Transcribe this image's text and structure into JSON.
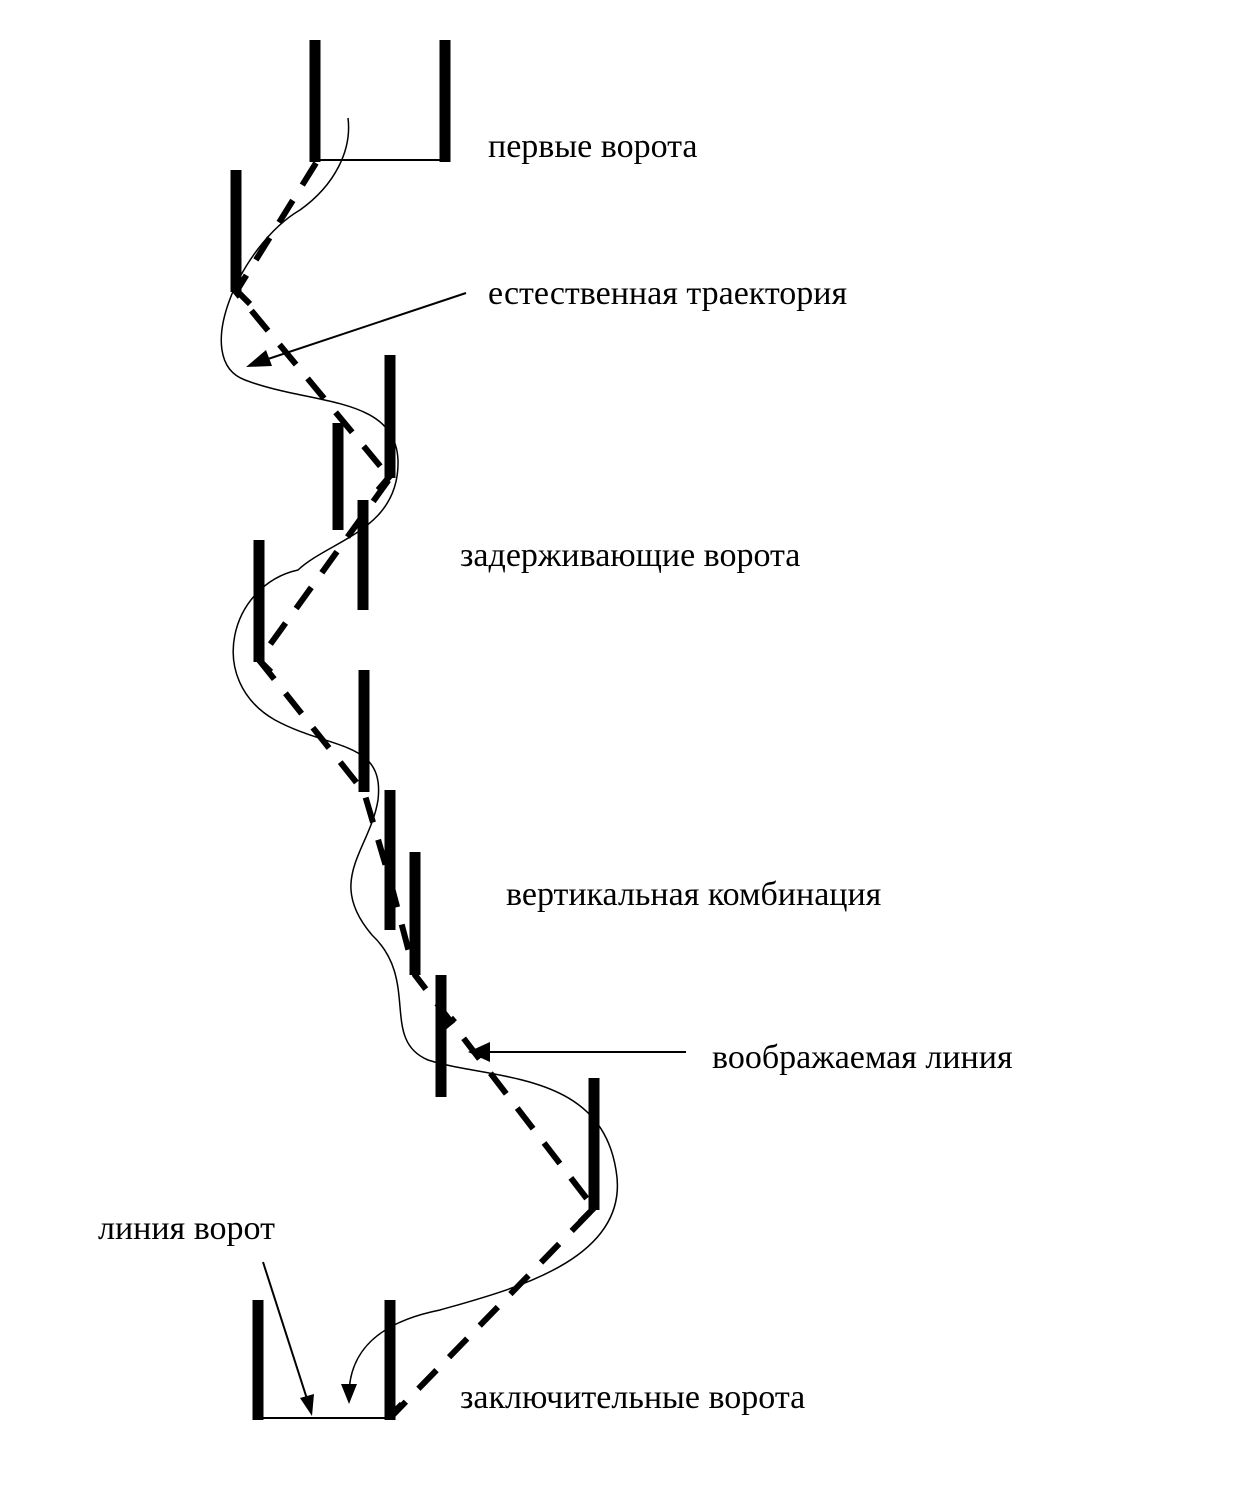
{
  "labels": {
    "first_gate": "первые ворота",
    "natural_trajectory": "естественная траектория",
    "delay_gate": "задерживающие ворота",
    "vertical_combination": "вертикальная комбинация",
    "imaginary_line": "воображаемая линия",
    "gate_line": "линия ворот",
    "final_gate": "заключительные ворота"
  },
  "colors": {
    "ink": "#000000",
    "background": "#ffffff"
  }
}
